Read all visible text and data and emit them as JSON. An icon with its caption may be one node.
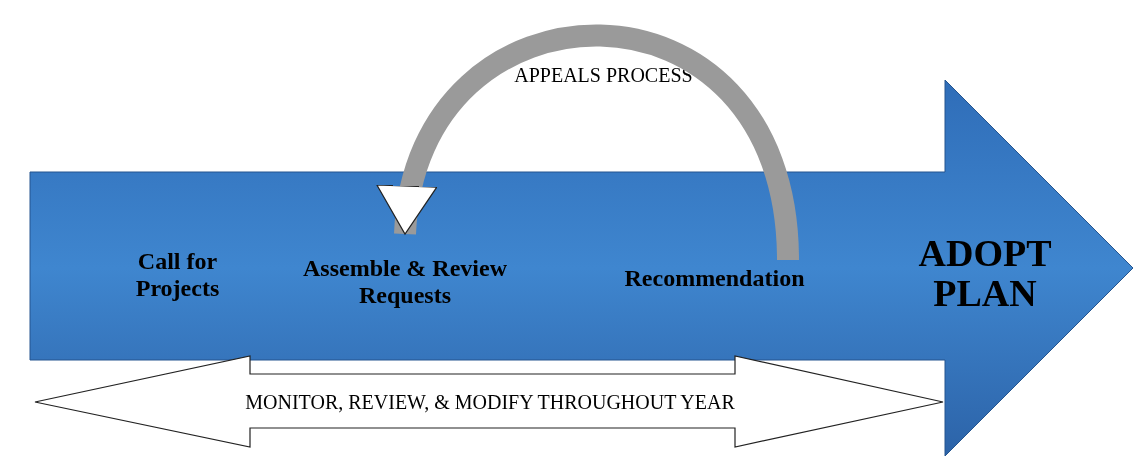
{
  "diagram": {
    "nodes": [
      {
        "text": [],
        "shape": "arrow"
      },
      {
        "text": [
          "Call for Projects"
        ],
        "in": 0
      },
      {
        "text": [
          "Assemble & Review Requests"
        ],
        "in": 0
      },
      {
        "text": [
          "Recommendation"
        ],
        "in": 0
      },
      {
        "text": [
          "ADOPT PLAN"
        ],
        "in": 0
      },
      {
        "text": [
          "MONITOR, REVIEW, & MODIFY THROUGHOUT YEAR"
        ]
      }
    ],
    "edges": [
      {
        "from": 3,
        "to": 2,
        "arrow": "to",
        "label": "APPEALS PROCESS"
      }
    ]
  }
}
